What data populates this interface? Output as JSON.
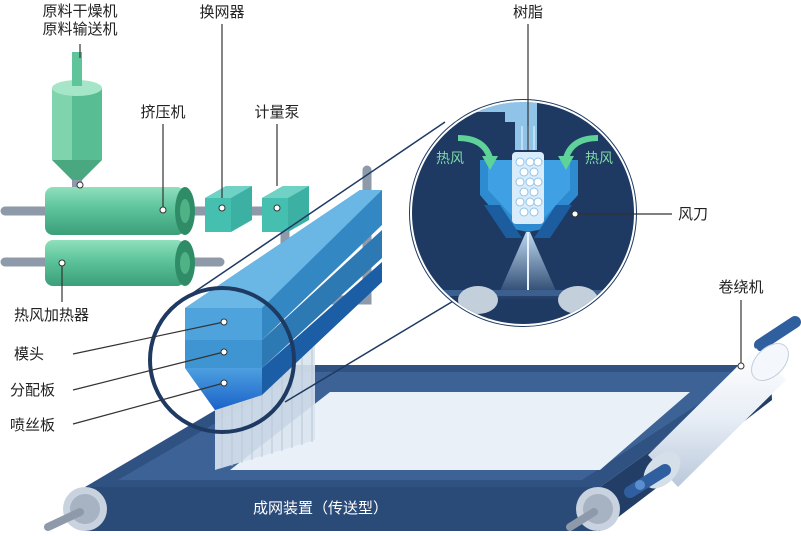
{
  "labels": {
    "dryer_line1": "原料干燥机",
    "dryer_line2": "原料输送机",
    "screen_changer": "换网器",
    "resin": "树脂",
    "extruder": "挤压机",
    "metering_pump": "计量泵",
    "hot_air_left": "热风",
    "hot_air_right": "热风",
    "air_knife": "风刀",
    "heater": "热风加热器",
    "die_head": "模头",
    "distribution_plate": "分配板",
    "spinneret": "喷丝板",
    "winder": "卷绕机",
    "conveyor": "成网装置（传送型）"
  },
  "colors": {
    "green_machine": "#5fc49a",
    "blue_die": "#3a90c8",
    "dark_belt": "#2e4d7a",
    "detail_bg": "#1e3a63",
    "hot_air": "#7ed8a6"
  }
}
